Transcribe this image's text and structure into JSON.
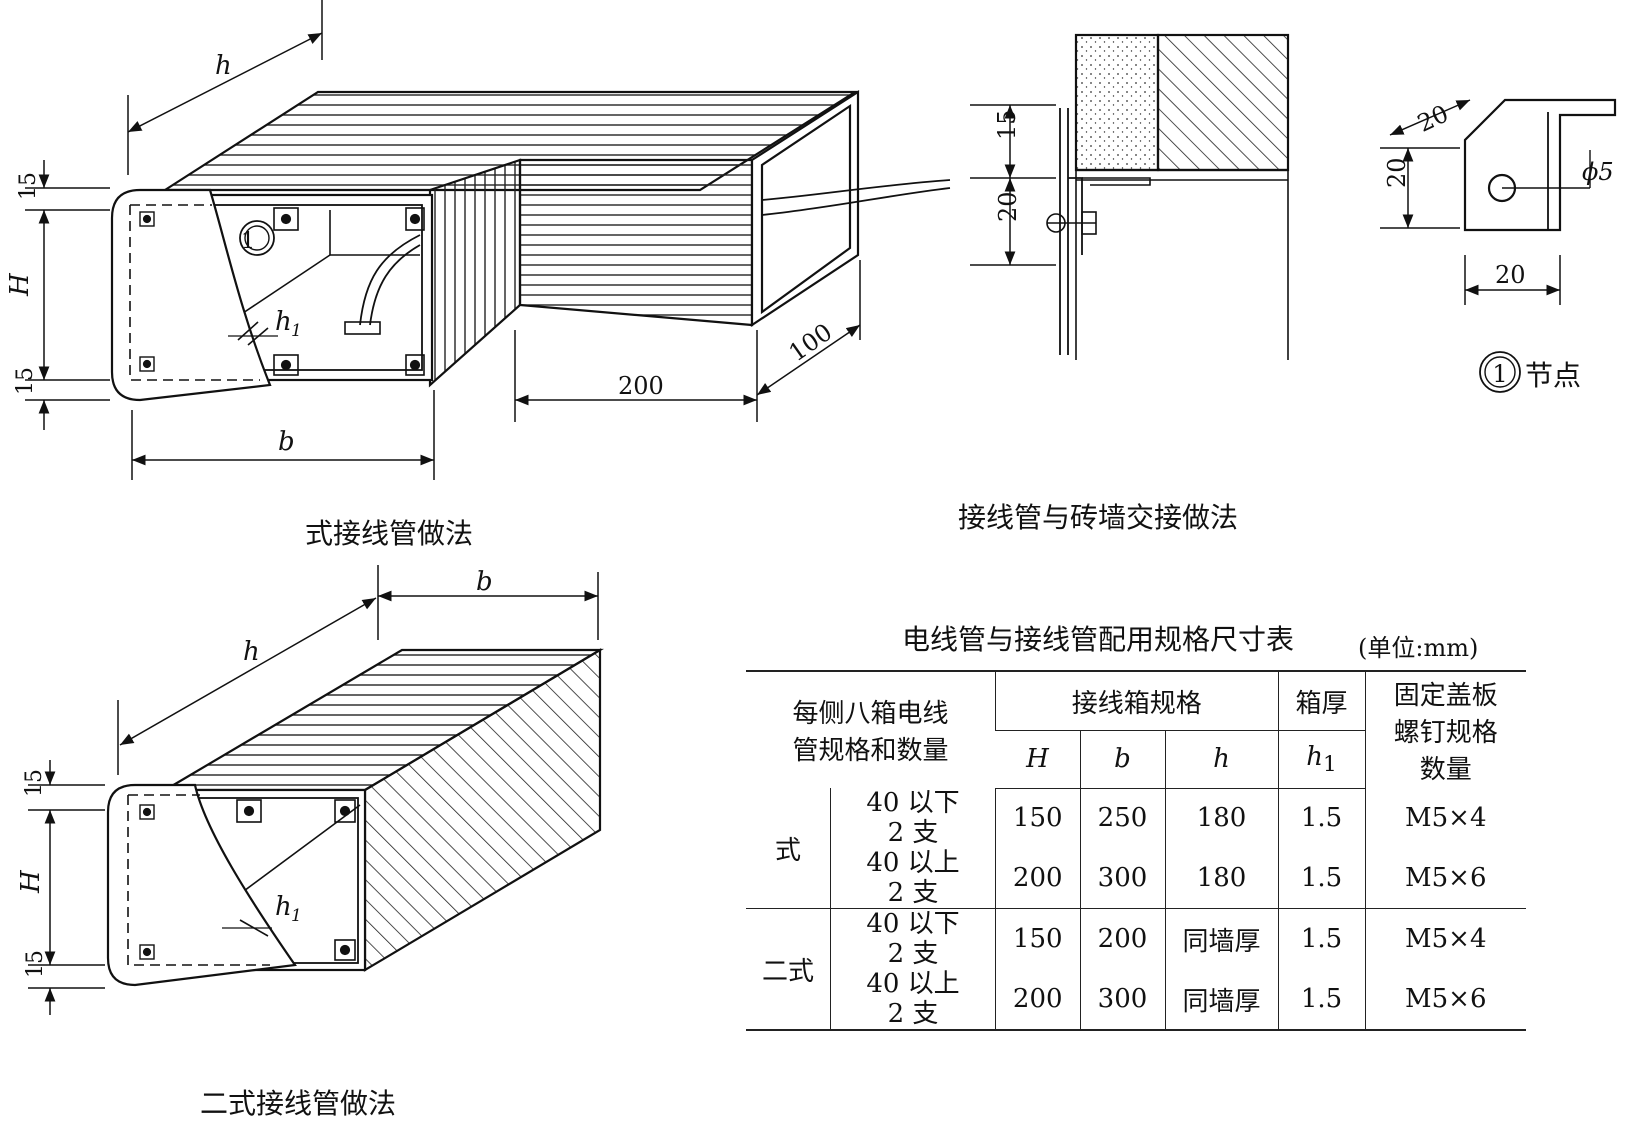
{
  "captions": {
    "fig1": "式接线管做法",
    "fig2": "接线管与砖墙交接做法",
    "fig3": "二式接线管做法",
    "node_legend": "节点",
    "node_mark": "①"
  },
  "dims": {
    "h": "h",
    "b": "b",
    "H": "H",
    "h1": "h",
    "h1_sub": "1",
    "d15": "15",
    "d20": "20",
    "d200": "200",
    "d100": "100",
    "phi5": "ϕ5"
  },
  "table": {
    "title": "电线管与接线管配用规格尺寸表",
    "units": "(单位:mm)",
    "head_col1_line1": "每侧八箱电线",
    "head_col1_line2": "管规格和数量",
    "head_group": "接线箱规格",
    "head_thick": "箱厚",
    "head_fix_line1": "固定盖板",
    "head_fix_line2": "螺钉规格",
    "head_fix_line3": "数量",
    "sub_H": "H",
    "sub_b": "b",
    "sub_h": "h",
    "sub_h1": "h",
    "sub_h1_sub": "1",
    "groups": [
      {
        "type": "式",
        "rows": [
          {
            "spec1": "40 以下",
            "spec2": "2 支",
            "H": "150",
            "b": "250",
            "h": "180",
            "h1": "1.5",
            "screw": "M5×4"
          },
          {
            "spec1": "40 以上",
            "spec2": "2 支",
            "H": "200",
            "b": "300",
            "h": "180",
            "h1": "1.5",
            "screw": "M5×6"
          }
        ]
      },
      {
        "type": "二式",
        "rows": [
          {
            "spec1": "40 以下",
            "spec2": "2 支",
            "H": "150",
            "b": "200",
            "h": "同墙厚",
            "h1": "1.5",
            "screw": "M5×4"
          },
          {
            "spec1": "40 以上",
            "spec2": "2 支",
            "H": "200",
            "b": "300",
            "h": "同墙厚",
            "h1": "1.5",
            "screw": "M5×6"
          }
        ]
      }
    ]
  }
}
